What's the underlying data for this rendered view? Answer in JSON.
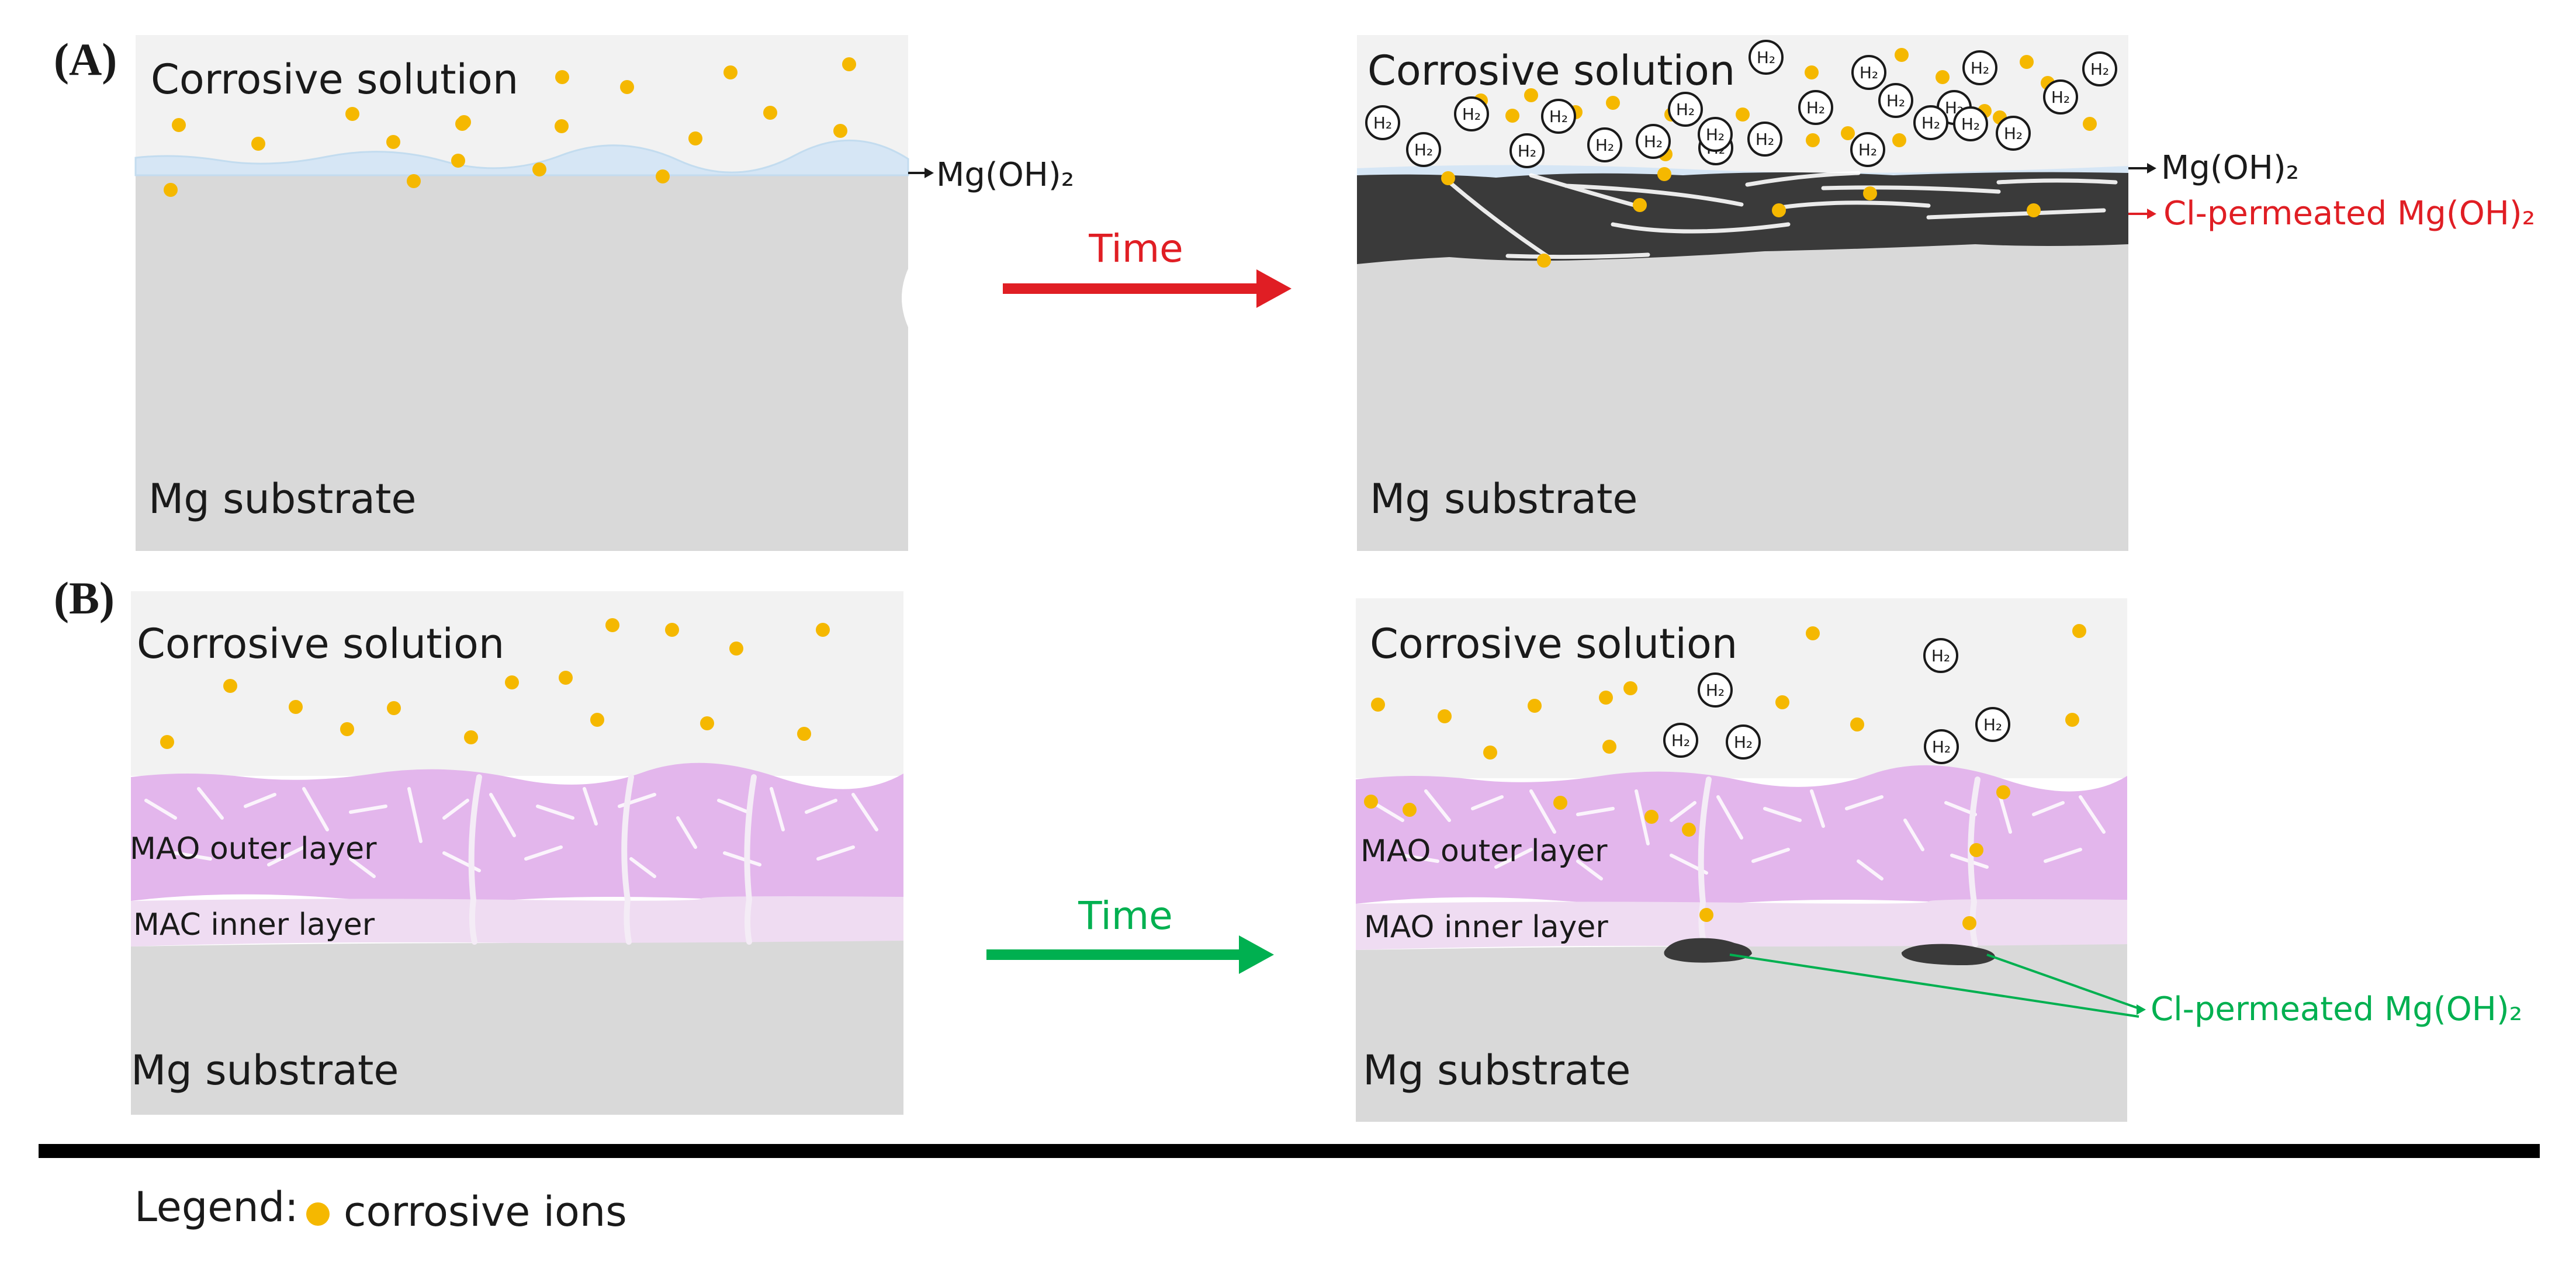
{
  "panel_a": {
    "label": "(A)",
    "before": {
      "solution": "Corrosive solution",
      "substrate": "Mg substrate",
      "film": "Mg(OH)₂"
    },
    "after": {
      "solution": "Corrosive solution",
      "substrate": "Mg substrate",
      "film": "Mg(OH)₂",
      "permeated": "Cl-permeated Mg(OH)₂",
      "bubble": "H₂"
    },
    "arrow": "Time"
  },
  "panel_b": {
    "label": "(B)",
    "before": {
      "solution": "Corrosive solution",
      "outer_layer": "MAO outer layer",
      "inner_layer": "MAC inner layer",
      "substrate": "Mg substrate"
    },
    "after": {
      "solution": "Corrosive solution",
      "outer_layer": "MAO outer layer",
      "inner_layer": "MAO inner layer",
      "substrate": "Mg substrate",
      "permeated": "Cl-permeated Mg(OH)₂",
      "bubble": "H₂"
    },
    "arrow": "Time"
  },
  "legend": {
    "title": "Legend:",
    "item": "corrosive ions"
  },
  "colors": {
    "solution": "#f2f2f2",
    "substrate": "#d9d9d9",
    "hydroxide_film": "#d6e6f5",
    "permeated_layer": "#3a3a3a",
    "mao_outer": "#e3b6ec",
    "mao_inner": "#efdcf2",
    "ion": "#f5b800",
    "arrow_a": "#e01e24",
    "arrow_b": "#00b050",
    "annotation_red": "#e01e24",
    "annotation_green": "#00b050",
    "text": "#1a1a1a",
    "rule": "#000000"
  }
}
